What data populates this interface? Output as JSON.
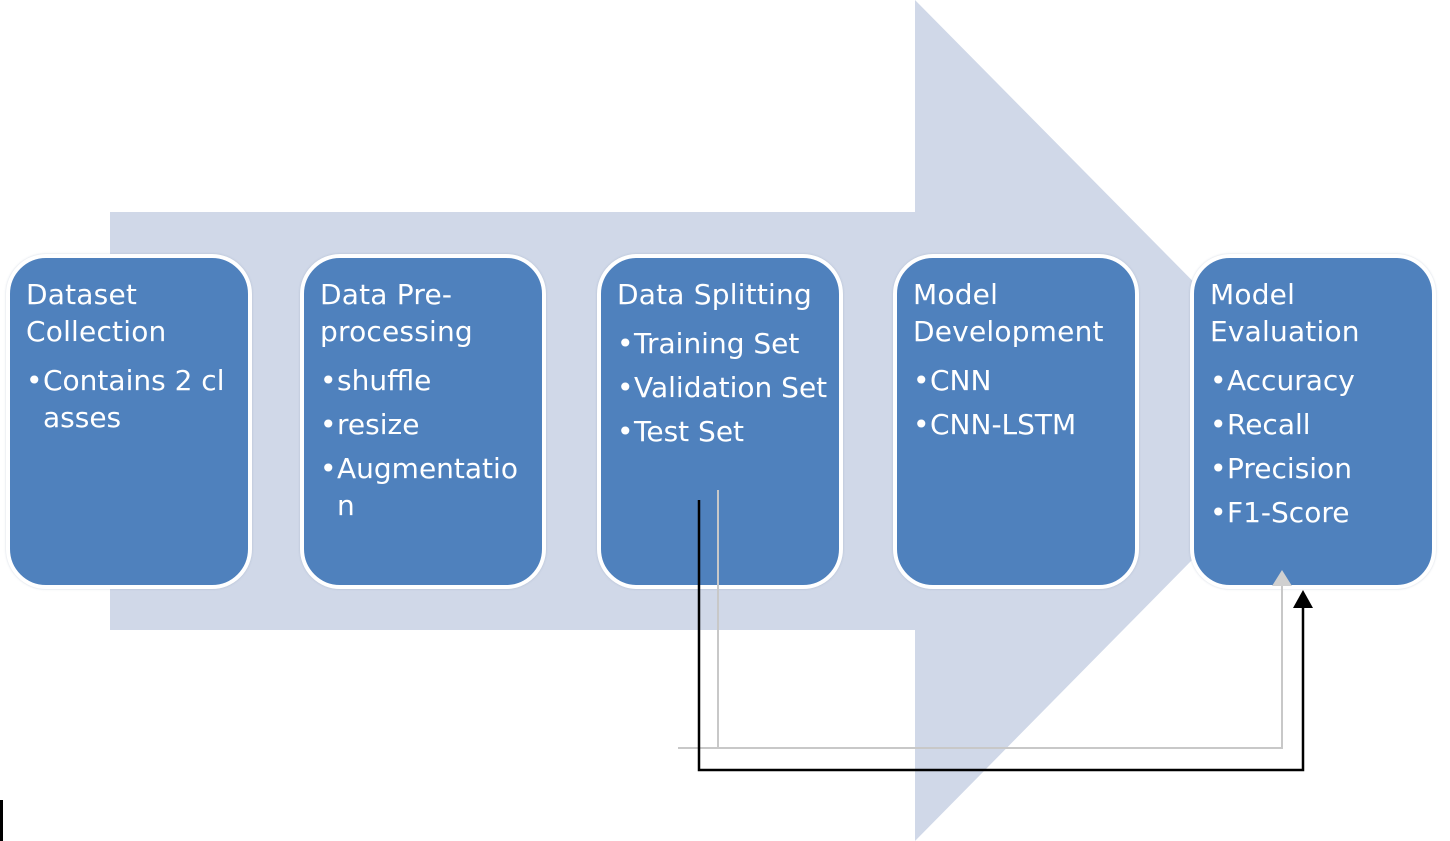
{
  "colors": {
    "big_arrow": "#d0d8e8",
    "box_fill": "#4f81bd",
    "box_border": "#ffffff",
    "box_text": "#ffffff",
    "connector_black": "#000000",
    "connector_gray": "#c8c8c8"
  },
  "steps": [
    {
      "title": "Dataset Collection",
      "items": [
        "Contains 2 classes"
      ]
    },
    {
      "title": "Data Pre-processing",
      "items": [
        "shuffle",
        "resize",
        "Augmentation"
      ]
    },
    {
      "title": "Data Splitting",
      "items": [
        "Training Set",
        "Validation Set",
        "Test Set"
      ]
    },
    {
      "title": "Model Development",
      "items": [
        "CNN",
        "CNN-LSTM"
      ]
    },
    {
      "title": "Model Evaluation",
      "items": [
        "Accuracy",
        "Recall",
        "Precision",
        "F1-Score"
      ]
    }
  ],
  "bullet_glyph": "•",
  "connector": {
    "from": "Test Set",
    "to": "Model Evaluation"
  }
}
